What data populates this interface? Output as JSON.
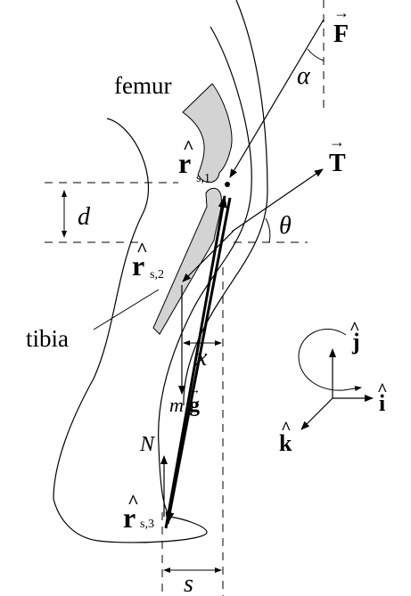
{
  "labels": {
    "femur": "femur",
    "tibia": "tibia",
    "force": "F",
    "tension": "T",
    "alpha": "α",
    "theta": "θ",
    "d": "d",
    "x": "x",
    "s": "s",
    "N": "N",
    "m": "m",
    "g": "g",
    "r": "r",
    "s1": "s,1",
    "s2": "s,2",
    "s3": "s,3",
    "i": "i",
    "j": "j",
    "k": "k",
    "hat": "^",
    "arrow": "→"
  },
  "colors": {
    "bone_fill": "#d3d3d3",
    "line": "#000000"
  }
}
